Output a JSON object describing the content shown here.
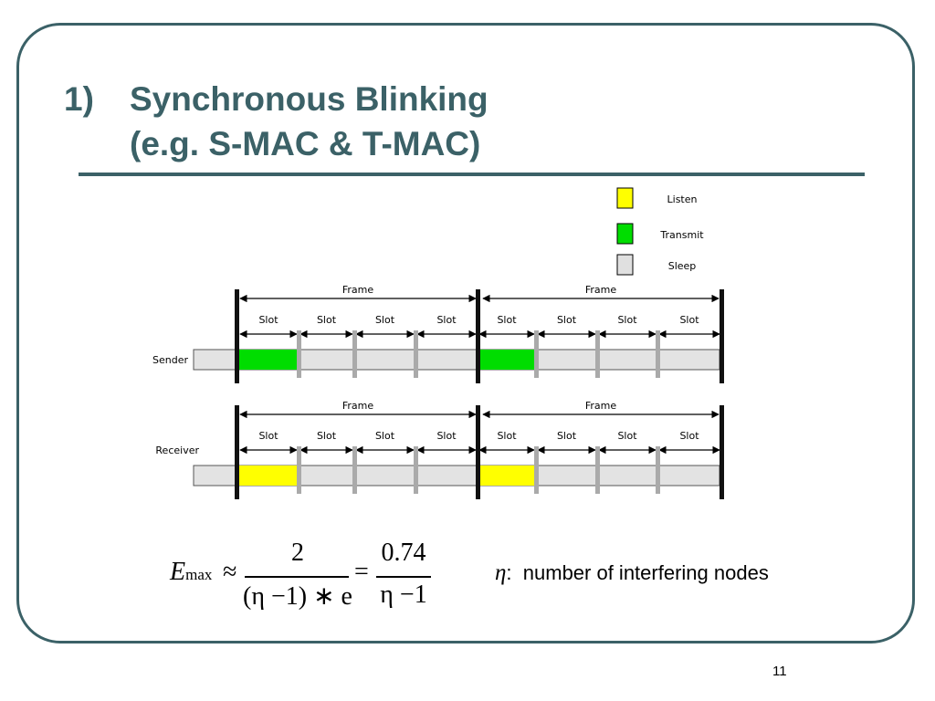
{
  "slide": {
    "title_number": "1)",
    "title_line1": "Synchronous Blinking",
    "title_line2": "(e.g. S-MAC & T-MAC)",
    "page_number": "11"
  },
  "legend": [
    {
      "label": "Listen",
      "color": "#ffff00"
    },
    {
      "label": "Transmit",
      "color": "#00dd00"
    },
    {
      "label": "Sleep",
      "color": "#e0e0e0"
    }
  ],
  "diagram": {
    "frame_label": "Frame",
    "slot_label": "Slot",
    "rows": [
      {
        "label": "Sender",
        "active_color": "#00dd00"
      },
      {
        "label": "Receiver",
        "active_color": "#ffff00"
      }
    ]
  },
  "formula": {
    "lhs_symbol": "E",
    "lhs_subscript": "max",
    "approx": "≈",
    "frac1_num": "2",
    "frac1_den": "(η −1) ∗ e",
    "equals": "=",
    "frac2_num": "0.74",
    "frac2_den": "η −1"
  },
  "note": {
    "symbol": "η",
    "separator": ":",
    "text": "number of interfering nodes"
  }
}
